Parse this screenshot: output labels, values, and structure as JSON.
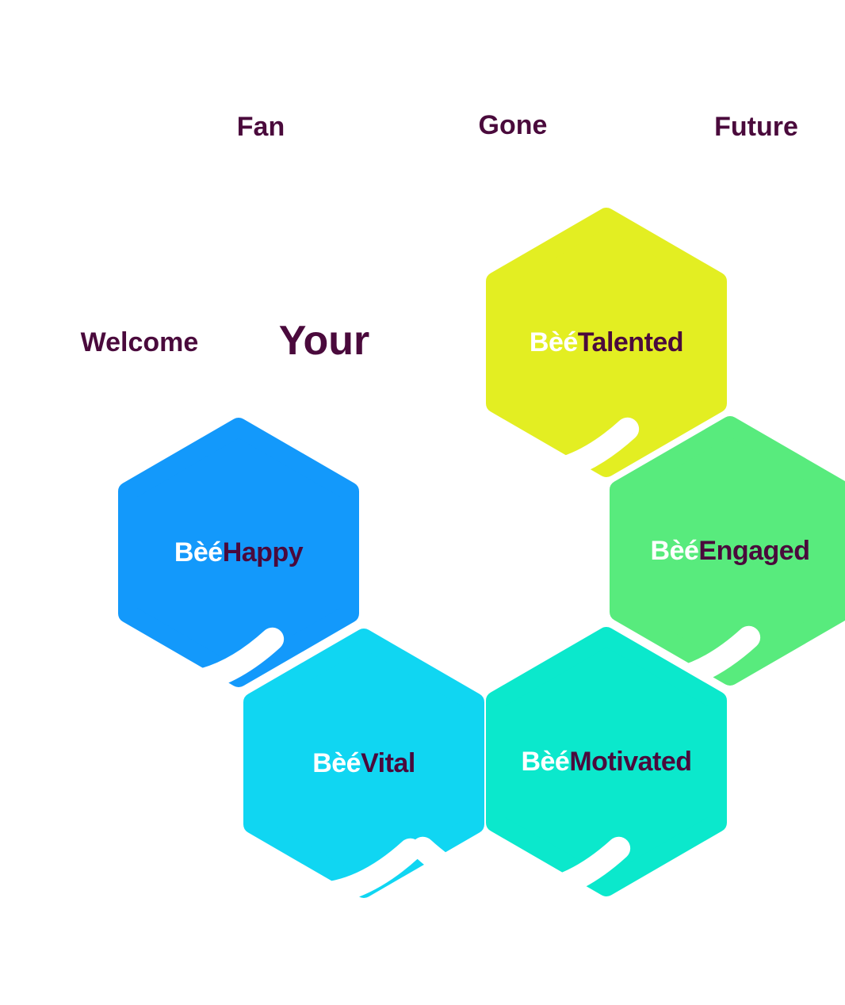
{
  "colors": {
    "text": "#4a0a3c",
    "brand": "#ffffff"
  },
  "words": {
    "fan": "Fan",
    "gone": "Gone",
    "future": "Future",
    "welcome": "Welcome",
    "your": "Your"
  },
  "hexagons": [
    {
      "prefix": "Bèé",
      "name": "Talented",
      "color": "#e3ee22"
    },
    {
      "prefix": "Bèé",
      "name": "Happy",
      "color": "#1399fb"
    },
    {
      "prefix": "Bèé",
      "name": "Engaged",
      "color": "#58eb7d"
    },
    {
      "prefix": "Bèé",
      "name": "Vital",
      "color": "#10d6f2"
    },
    {
      "prefix": "Bèé",
      "name": "Motivated",
      "color": "#0be8cc"
    }
  ]
}
